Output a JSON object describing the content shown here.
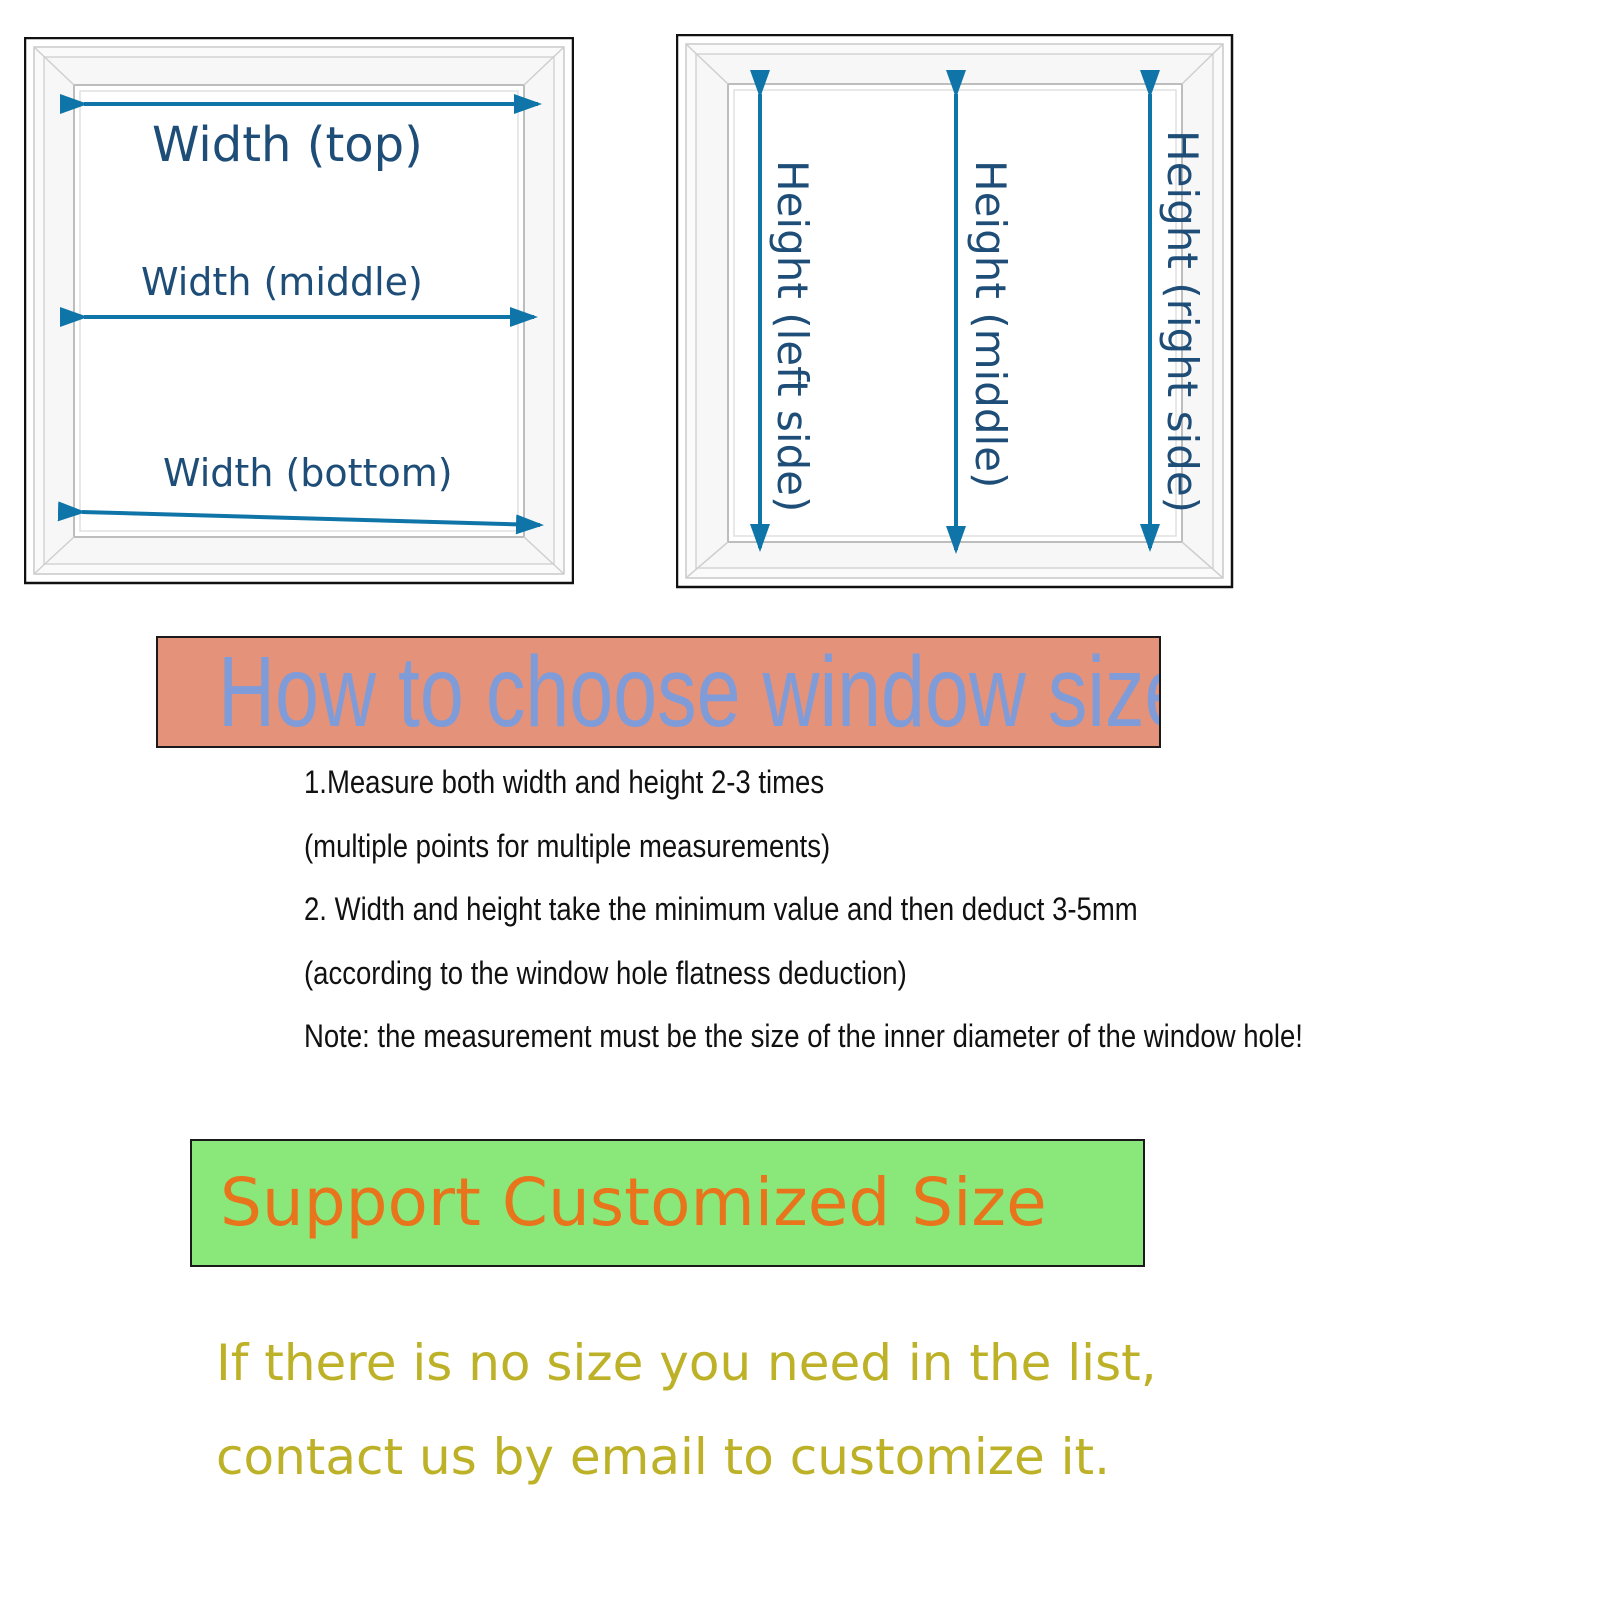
{
  "width_frame": {
    "labels": [
      "Width (top)",
      "Width (middle)",
      "Width (bottom)"
    ]
  },
  "height_frame": {
    "labels": [
      "Height (left side)",
      "Height (middle)",
      "Height (right side)"
    ]
  },
  "title_banner": {
    "text": "How to choose window size",
    "background": "#e4927a",
    "text_color": "#7f9cd8"
  },
  "instructions": [
    "1.Measure both width and height 2-3 times",
    "(multiple points for multiple measurements)",
    "2. Width and height take the minimum value and then deduct 3-5mm",
    "(according to the window hole flatness deduction)",
    "Note: the measurement must be the size of the inner diameter of the window hole!"
  ],
  "support_banner": {
    "text": "Support Customized Size",
    "background": "#8ae87a",
    "text_color": "#e8741c"
  },
  "custom_note": {
    "lines": [
      "If there is no size you need in the list,",
      "contact us by email to customize it."
    ],
    "text_color": "#bdb128"
  },
  "colors": {
    "arrow": "#0f75a8",
    "label": "#1e4d78"
  }
}
